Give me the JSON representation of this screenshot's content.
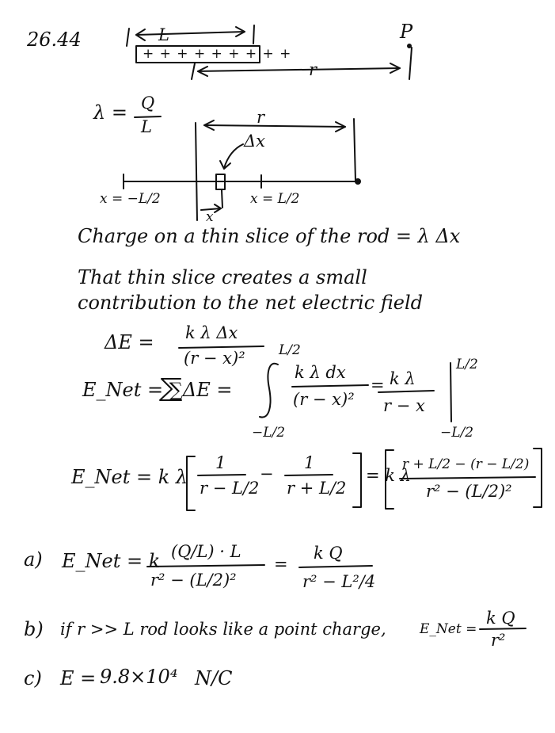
{
  "problem": {
    "number": "26.44",
    "point_label": "P"
  },
  "figure1": {
    "length_label": "L",
    "charges": "+ + + + + + + + +",
    "distance_label": "r"
  },
  "density": {
    "lhs": "λ =",
    "num": "Q",
    "den": "L"
  },
  "figure2": {
    "r_label": "r",
    "dx_label": "Δx",
    "left_end": "x = −L/2",
    "right_end": "x = L/2",
    "x_label": "x"
  },
  "text": {
    "line1": "Charge on a thin slice of the rod = λ Δx",
    "line2": "That thin slice creates a small",
    "line3": "contribution to the net electric field"
  },
  "eq_dE": {
    "lhs": "ΔE =",
    "num": "k λ Δx",
    "den": "(r − x)²"
  },
  "eq_sum": {
    "lhs": "E_Net = ∑ΔE =",
    "upper": "L/2",
    "lower": "−L/2",
    "int_num": "k λ dx",
    "int_den": "(r − x)²",
    "eq": "=",
    "res_num": "k λ",
    "res_den": "r − x",
    "eval_upper": "L/2",
    "eval_lower": "−L/2"
  },
  "eq_bracket": {
    "lhs": "E_Net = k λ",
    "t1_num": "1",
    "t1_den": "r − L/2",
    "minus": "−",
    "t2_num": "1",
    "t2_den": "r + L/2",
    "eq": "= k λ",
    "comb_num": "r + L/2 − (r − L/2)",
    "comb_den": "r² − (L/2)²"
  },
  "part_a": {
    "label": "a)",
    "lhs": "E_Net = k",
    "num": "(Q/L) · L",
    "den": "r² − (L/2)²",
    "eq": "=",
    "num2": "k Q",
    "den2": "r² − L²/4"
  },
  "part_b": {
    "label": "b)",
    "text": "if r >> L  rod looks like a point charge,",
    "lhs": "E_Net =",
    "num": "k Q",
    "den": "r²"
  },
  "part_c": {
    "label": "c)",
    "lhs": "E =",
    "value": "9.8×10⁴",
    "unit": "N/C"
  }
}
